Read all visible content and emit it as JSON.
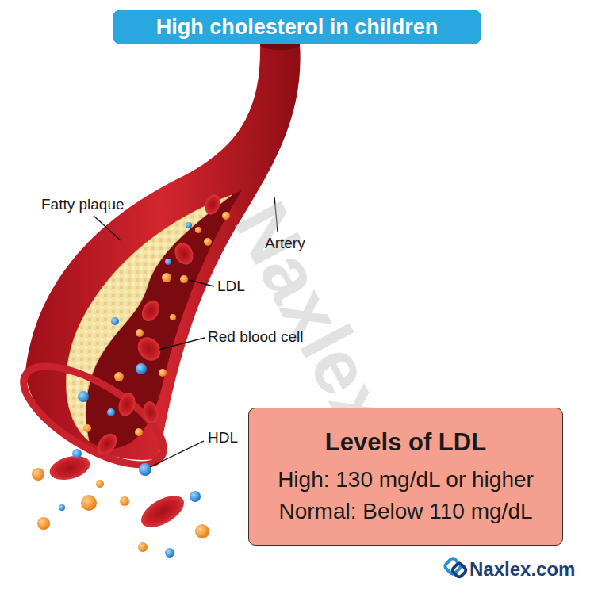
{
  "diagram": {
    "title": "High cholesterol in children",
    "nodes": [
      {
        "text": [
          "Levels of LDL",
          "High: 130 mg/dL or higher",
          "Normal: Below 110 mg/dL"
        ]
      }
    ],
    "labels": [
      "Fatty plaque",
      "Artery",
      "LDL",
      "Red blood cell",
      "HDL",
      "Naxlex",
      "Naxlex.com"
    ]
  }
}
